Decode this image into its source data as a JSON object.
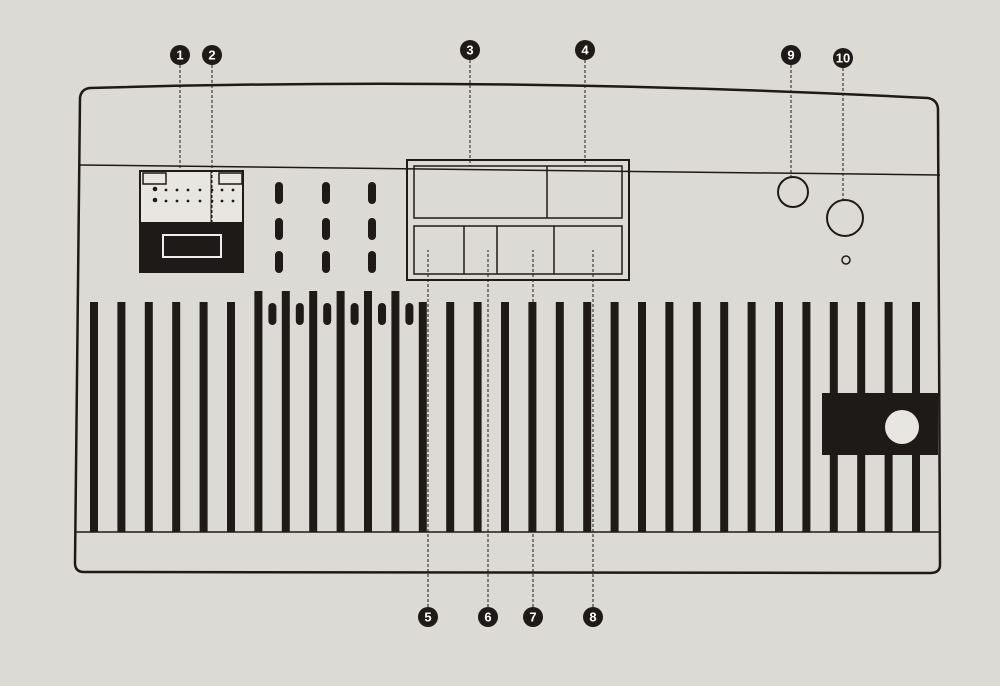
{
  "diagram": {
    "callouts_top": [
      {
        "label": "1"
      },
      {
        "label": "2"
      },
      {
        "label": "3"
      },
      {
        "label": "4"
      },
      {
        "label": "9"
      },
      {
        "label": "10"
      }
    ],
    "callouts_bottom": [
      {
        "label": "5"
      },
      {
        "label": "6"
      },
      {
        "label": "7"
      },
      {
        "label": "8"
      }
    ],
    "colors": {
      "ink": "#1e1a17",
      "paper": "#dcdad5"
    }
  }
}
